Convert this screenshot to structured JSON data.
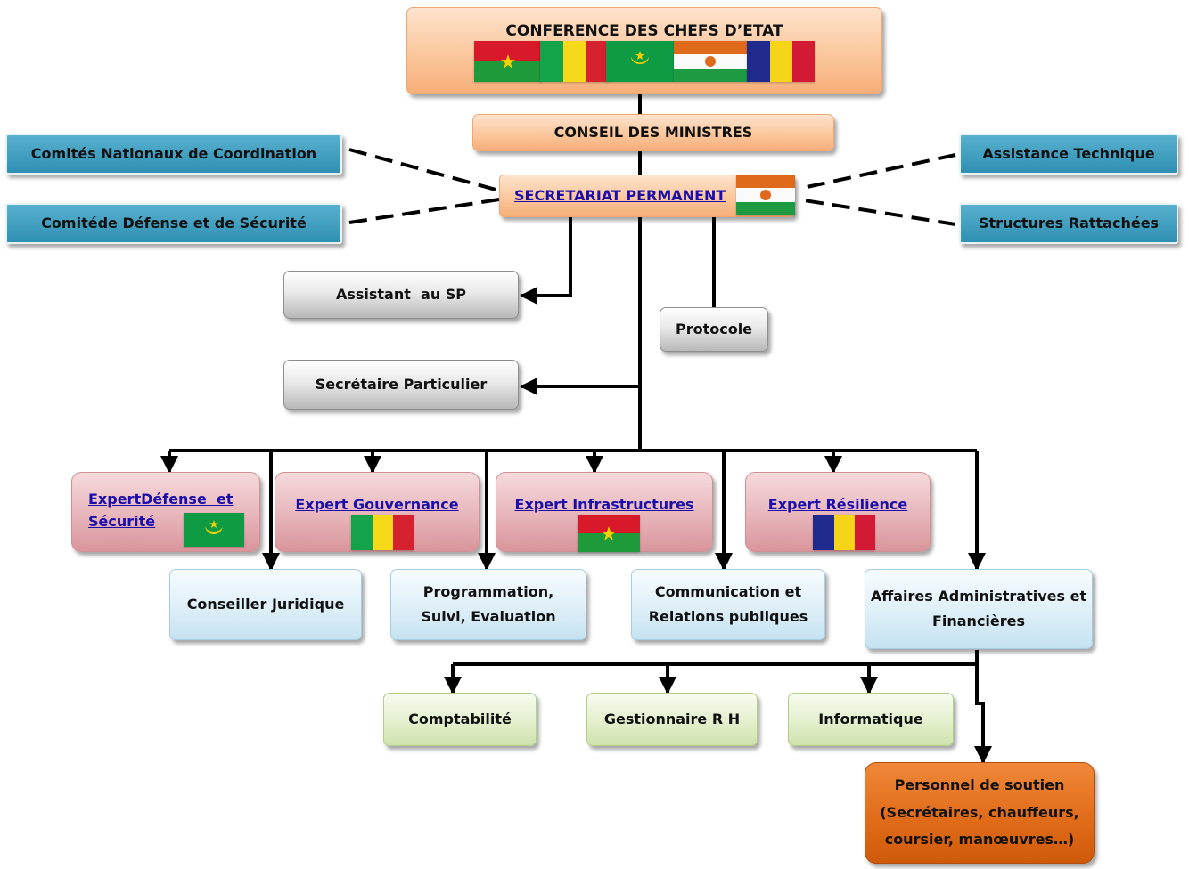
{
  "nodes": {
    "conference": {
      "label": "CONFERENCE DES CHEFS D’ETAT"
    },
    "conseil": {
      "label": "CONSEIL DES MINISTRES"
    },
    "secretariat": {
      "label": "SECRETARIAT PERMANENT"
    },
    "comites_nationaux": {
      "label": "Comités Nationaux de Coordination"
    },
    "comite_defense": {
      "label": "Comitéde Défense et de Sécurité"
    },
    "assistance_technique": {
      "label": "Assistance Technique"
    },
    "structures_rattachees": {
      "label": "Structures Rattachées"
    },
    "assistant_sp": {
      "label": "Assistant  au SP"
    },
    "protocole": {
      "label": "Protocole"
    },
    "secretaire_particulier": {
      "label": "Secrétaire Particulier"
    },
    "expert_defense": {
      "line1": "ExpertDéfense  et",
      "line2": "Sécurité"
    },
    "expert_gouvernance": {
      "label": "Expert Gouvernance"
    },
    "expert_infrastructures": {
      "label": "Expert Infrastructures"
    },
    "expert_resilience": {
      "label": "Expert Résilience"
    },
    "conseiller_juridique": {
      "label": "Conseiller Juridique"
    },
    "programmation": {
      "line1": "Programmation,",
      "line2": "Suivi, Evaluation"
    },
    "communication": {
      "line1": "Communication et",
      "line2": "Relations publiques"
    },
    "affaires": {
      "line1": "Affaires Administratives et",
      "line2": "Financières"
    },
    "comptabilite": {
      "label": "Comptabilité"
    },
    "gestionnaire_rh": {
      "label": "Gestionnaire R H"
    },
    "informatique": {
      "label": "Informatique"
    },
    "personnel": {
      "line1": "Personnel de soutien",
      "line2": "(Secrétaires, chauffeurs,",
      "line3": "coursier, manœuvres…)"
    }
  },
  "colors": {
    "orange": "#fbc79c",
    "teal": "#2f90b3",
    "gray": "#d6d6d6",
    "pink": "#e7b5ba",
    "light_blue": "#deeff8",
    "light_green": "#e3efcd",
    "dark_orange": "#df6a17",
    "link": "#1a0dab"
  },
  "flags": [
    "burkina-faso-flag",
    "mali-flag",
    "mauritania-flag",
    "niger-flag",
    "chad-flag"
  ]
}
